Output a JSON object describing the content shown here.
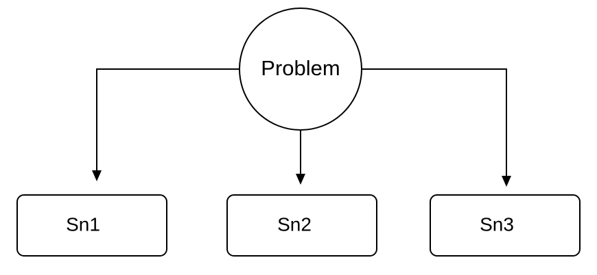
{
  "diagram": {
    "root": {
      "label": "Problem"
    },
    "children": [
      {
        "label": "Sn1"
      },
      {
        "label": "Sn2"
      },
      {
        "label": "Sn3"
      }
    ]
  },
  "colors": {
    "stroke": "#000000",
    "fill": "#ffffff",
    "text": "#000000"
  }
}
